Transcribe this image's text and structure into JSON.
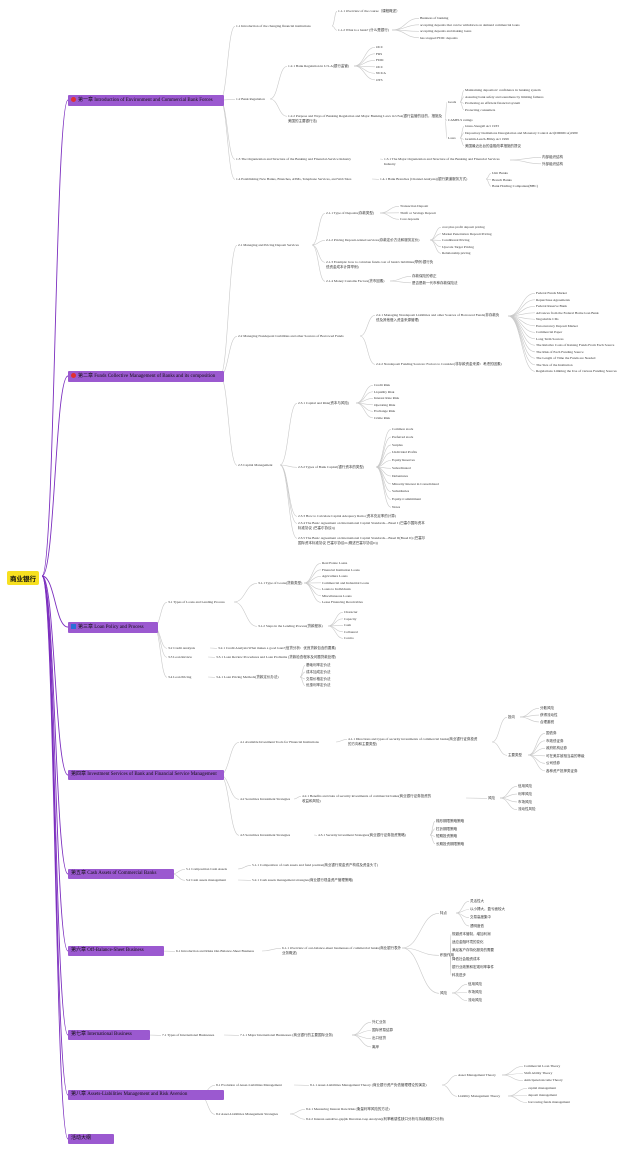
{
  "root": "商业银行",
  "chapters": [
    {
      "label": "第一章 Introduction of Environment and Commercial Bank Forces",
      "icon": "red-dot-icon"
    },
    {
      "label": "第二章 Funds Collective Management of Banks and its composition",
      "icon": "red-dot-icon"
    },
    {
      "label": "第三章 Loan Policy and Process",
      "icon": "blue-square-icon"
    },
    {
      "label": "第四章 Investment Services of Bank and Financial Service Management",
      "icon": ""
    },
    {
      "label": "第五章 Cash Assets of Commercial Banks",
      "icon": ""
    },
    {
      "label": "第六章 Off-Balance-Sheet Business",
      "icon": ""
    },
    {
      "label": "第七章 International Business",
      "icon": ""
    },
    {
      "label": "第八章 Assets-Liabilities Management and Risk Aversion",
      "icon": ""
    },
    {
      "label": "活动大纲",
      "icon": ""
    }
  ],
  "nodes": {
    "c1_s1": "1.1 Introduction of the changing financial institutions",
    "c1_s1_1": "1.1.1 Overview of the course（课程概述）",
    "c1_s1_2": "1.1.2 What is a bank? (什么是银行)",
    "c1_s1_2_items": [
      "Business of banking",
      "accepting deposits that can be withdrawn on demand commercial loans",
      "accepting deposits and making loans",
      "has stopped FDIC deposits"
    ],
    "c1_s2": "1.2 Bank Regulation",
    "c1_s2_1": "1.2.1 Bank Regulation in U.S.A(银行监管)",
    "c1_s2_1_items": [
      "OCC",
      "FRS",
      "FDIC",
      "OCC",
      "NCUA",
      "OTS"
    ],
    "c1_s2_2": "1.2.2 Purpose and Ways of Banking Regulation and Major Banking Laws in USA(银行监管的目的，措施及美国的主要银行法)",
    "c1_goals": "Goals",
    "c1_goals_items": [
      "Maintaining depositors' confidence in banking system",
      "Assuring bank safety and soundness by limiting failures",
      "Promoting an efficient financial system",
      "Protecting consumers"
    ],
    "c1_camels": "CAMELS ratings",
    "c1_laws": "Laws",
    "c1_laws_items": [
      "Glass-Steagall Act 1933",
      "Depository Institutions Deregulation and Monetary Control Act(DIDMCA)1980",
      "Gramm-Leach-Bliley Act 1999",
      "美国最近出台的金融改革措施的提议"
    ],
    "c1_s3": "1.3 The Organization and Structure of the Banking and Financial-Service Industry",
    "c1_s3_1": "1.3.1 The Major Organization and Structure of the Banking and Financial Services Industry",
    "c1_s3_1_items": [
      "内部组织结构",
      "外部组织结构"
    ],
    "c1_s4": "1.4 Establishing New Banks, Branches, ATMs, Telephone Services, and Web Sites",
    "c1_s4_1": "1.4.1 Bank Branches (Channel Analysis)(银行渠道服务方式)",
    "c1_s4_1_items": [
      "Unit Banks",
      "Branch Banks",
      "Bank Holding Companies(BHC)"
    ],
    "c2_s1": "2.1 Managing and Pricing Deposit Services",
    "c2_s1_1": "2.1.1 Type of Deposits(存款类型)",
    "c2_s1_1_items": [
      "Transaction Deposit",
      "Thrift or Savings Deposit",
      "Core deposits"
    ],
    "c2_s1_2": "2.1.2 Pricing Deposit-related services(存款定价方法和服务定价)",
    "c2_s1_2_items": [
      "cost plus profit deposit pricing",
      "Market Penetration Deposit Pricing",
      "Conditional Pricing",
      "Upscale Target Pricing",
      "Relationship pricing"
    ],
    "c2_s1_3": "2.1.3 Example: how to calculate funds cost of bank's liabilities(举例:银行负债资金成本计算举例)",
    "c2_s1_4": "2.1.4 Money Customs Factors(货币因素)",
    "c2_s1_4_items": [
      "存款保险的修正",
      "是否是新一代币种存款保险法"
    ],
    "c2_s2": "2.2 Managing Nondeposit Liabilities and other Sources of Borrowed Funds",
    "c2_s2_1": "2.2.1 Managing Nondeposit Liabilities and other Sources of Borrowed Funds(非存款负债及其他借入资金来源管理)",
    "c2_s2_1_items": [
      "Federal Funds Market",
      "Repurchase Agreements",
      "Federal Reserve Bank",
      "Advances from the Federal Home loan Bank",
      "Negotiable CDs",
      "Eurocurrency Deposit Market",
      "Commercial Paper",
      "Long Term Sources",
      "The Relative Costs of Raising Funds From Each Source",
      "The Risk of Each Funding Source",
      "The Length of Time the Funds are Needed",
      "The Size of the Institution",
      "Regulations Limiting the Use of various Funding Sources"
    ],
    "c2_s2_2": "2.2.2 Nondeposit Funding Sources: Factors to Consider(非存款资金来源：考虑的因素)",
    "c2_s3": "2.3 Capital Management",
    "c2_s3_1": "2.3.1 Capital and Risk(资本与风险)",
    "c2_s3_1_items": [
      "Credit Risk",
      "Liquidity Risk",
      "Interest Rate Risk",
      "Operating Risk",
      "Exchange Risk",
      "Crime Risk"
    ],
    "c2_s3_2": "2.3.2 Types of Bank Capital(银行资本的类型)",
    "c2_s3_2_items": [
      "Common stock",
      "Preferred stock",
      "Surplus",
      "Undivided Profits",
      "Equity Reserves",
      "Subordinated",
      "Debentures",
      "Minority Interest in Consolidated",
      "Subsidiaries",
      "Equity-Commitment",
      "Notes"
    ],
    "c2_s3_3": "2.3.3 How to Calculate Capital Adequacy Ratio (资本充足率的计算)",
    "c2_s3_4": "2.3.4 The Basic Agreement on International Capital Standards—Basel I (巴塞尔国际资本标准协议 (巴塞尔协议I))",
    "c2_s3_5": "2.3.5 The Basic Agreement on International Capital Standards—Basel II(Basel II) (巴塞尔国际资本标准协议 巴塞尔协议II (概述巴塞尔协议II))",
    "c3_s1": "3.1 Types of Loans and Lending Process",
    "c3_s1_1": "3.1.1 Type of Loans(贷款类型)",
    "c3_s1_1_items": [
      "Real Estate Loans",
      "Financial Institution Loans",
      "Agriculture Loans",
      "Commercial and Industrial Loans",
      "Loans to Individuals",
      "Miscellaneous Loans",
      "Lease Financing Receivables"
    ],
    "c3_s1_2": "3.1.2 Steps in the Lending Process(贷款程序)",
    "c3_s1_2_items": [
      "Character",
      "Capacity",
      "Cash",
      "Collateral",
      "Contro"
    ],
    "c3_s2": "3.2 Credit Analysis",
    "c3_s2_1": "3.2.1 Credit Analysis:What makes a good loan?(信贷分析：优良贷款包含的要素)",
    "c3_s3": "3.3 Loan Review",
    "c3_s3_1": "3.3.1 Loan Review Procedures and Loan Problems (贷款检查程序及问题贷款处理)",
    "c3_s4": "3.4 Loan Pricing",
    "c3_s4_1": "3.4.1 Loan Pricing Methods(贷款定价办法)",
    "c3_s4_1_items": [
      "基础利率定价法",
      "成本加成定价法",
      "交易价格定价法",
      "优惠利率定价法"
    ],
    "c4_s1": "4.1 Available Investment Tools for Financial Institutions",
    "c4_s1_1": "4.1.1 Directions and types of security investments of commercial banks(商业银行证券投资的方向和主要类型)",
    "c4_dir": "投向",
    "c4_dir_items": [
      "分散风险",
      "获得流动性",
      "合理避税"
    ],
    "c4_type": "主要类型",
    "c4_type_items": [
      "国债券",
      "市政债证券",
      "政府机构证券",
      "可在美并被相当高的等级",
      "公司债券",
      "各种资产抵押类证券"
    ],
    "c4_s2": "4.2 Securities Investment Strategies",
    "c4_s2_1": "4.2.1 Benefits and risks of security investments of commercial banks(商业银行证券投资的收益和风险)",
    "c4_risk": "风险",
    "c4_risk_items": [
      "信用风险",
      "利率风险",
      "市场风险",
      "流动性风险"
    ],
    "c4_s3": "4.3 Securities Investment Strategies",
    "c4_s3_1": "4.3.1 Security investment Strategies(商业银行证券投资策略)",
    "c4_s3_1_items": [
      "梯形期限策略策略",
      "杠铃期限策略",
      "短期投资策略",
      "长期投资期限策略"
    ],
    "c5_s1": "5.1 Composition Cash Assets",
    "c5_s1_1": "5.1.1 Composition of cash assets and fund position(商业银行现金资产构成及资金头寸)",
    "c5_s2": "5.2 Cash assets management",
    "c5_s2_1": "5.2.1 Cash assets management strategies(商业银行现金资产管理策略)",
    "c6_s1": "6.1 Introduction and Risks Out-Balance-Sheet Business",
    "c6_s1_1": "6.1.1 Overview of out-balance-sheet businesses of commercial banks(商业银行表外业务概述)",
    "c6_feat": "特点",
    "c6_feat_items": [
      "灵活性大",
      "以小搏大，盈亏面较大",
      "交易高度集中",
      "透明度低"
    ],
    "c6_effect": "积极作用",
    "c6_effect_items": [
      "规避资本管制，增加利润",
      "适应金融环境的变化",
      "满足客户存特化服务的需要",
      "降低社会融资成本",
      "银行业政策和宏观利率事件",
      "科技进步"
    ],
    "c6_risk": "风险",
    "c6_risk_items": [
      "信用风险",
      "市场风险",
      "流动风险"
    ],
    "c7_s1": "7.1 Types of International Businesses",
    "c7_s1_1": "7.1.1 Major International Businesses (商业银行的主要国际业务)",
    "c7_s1_1_items": [
      "外汇业务",
      "国际贸易结算",
      "出口信贷",
      "离岸"
    ],
    "c8_s1": "8.1 Evolution of Asset-Liabilities Management",
    "c8_s1_1": "8.1.1 Asset-Liabilities Management Theory (商业银行资产负债管理理论的演变)",
    "c8_amt": "Asset Management Theory",
    "c8_amt_items": [
      "Commercial Loan Theory",
      "Shift Ability Theory",
      "Anticipated-income Theory"
    ],
    "c8_lmt": "Liability Management Theory",
    "c8_lmt_items": [
      "capital management",
      "deposit management",
      "borrowing funds management"
    ],
    "c8_s2": "8.2 Asset-Liabilities Management Strategies",
    "c8_s2_1": "8.2.1 Measuring Interest Rate Risk (衡量利率风险的方法)",
    "c8_s2_2": "8.2.2 Interest-sensitive-gap(& Duration-Gap Analysis)(利率敏感性缺口分析与持续期缺口分析)"
  }
}
